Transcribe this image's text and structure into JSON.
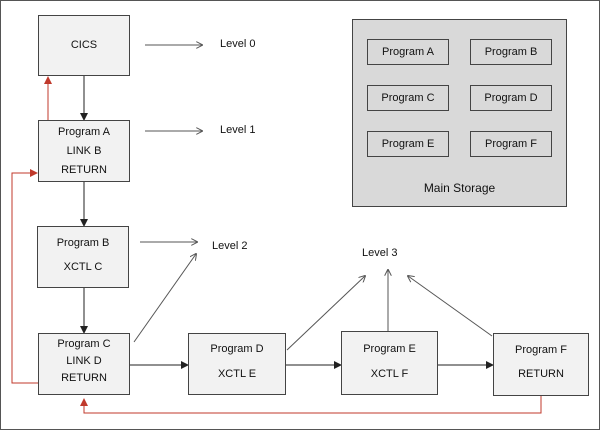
{
  "levels": {
    "level0": "Level 0",
    "level1": "Level 1",
    "level2": "Level 2",
    "level3": "Level 3"
  },
  "boxes": {
    "cics": [
      "CICS"
    ],
    "program_a": [
      "Program A",
      "LINK B",
      "RETURN"
    ],
    "program_b": [
      "Program B",
      "XCTL C"
    ],
    "program_c": [
      "Program C",
      "LINK D",
      "RETURN"
    ],
    "program_d": [
      "Program D",
      "XCTL E"
    ],
    "program_e": [
      "Program E",
      "XCTL F"
    ],
    "program_f": [
      "Program F",
      "RETURN"
    ]
  },
  "main_storage": {
    "title": "Main Storage",
    "programs": [
      "Program A",
      "Program B",
      "Program C",
      "Program D",
      "Program E",
      "Program F"
    ]
  },
  "colors": {
    "flow_arrow": "#222222",
    "return_arrow": "#c0392b"
  }
}
